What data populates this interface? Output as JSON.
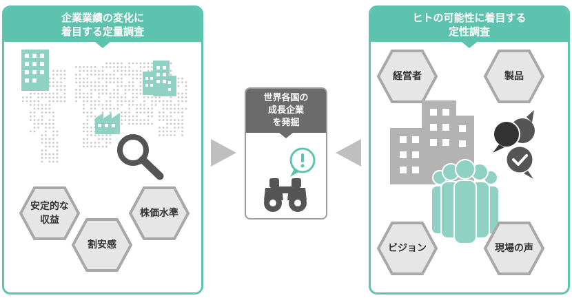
{
  "left_panel": {
    "title_lines": [
      "企業業績の変化に",
      "着目する定量調査"
    ],
    "hexagons": {
      "stable_profit": [
        "安定的な",
        "収益"
      ],
      "share_price": "株価水準",
      "undervalued": "割安感"
    }
  },
  "center": {
    "title_lines": [
      "世界各国の",
      "成長企業",
      "を発掘"
    ]
  },
  "right_panel": {
    "title_lines": [
      "ヒトの可能性に着目する",
      "定性調査"
    ],
    "hexagons": {
      "management": "経営者",
      "products": "製品",
      "vision": "ビジョン",
      "field_voice": "現場の声"
    }
  },
  "colors": {
    "accent": "#5ec3ae",
    "icon_teal": "#8fd2c3",
    "hex_fill": "#e6e6e6",
    "hex_stroke": "#a8a8a8",
    "dark_gray": "#555555",
    "arrow": "#bfbfbf"
  }
}
